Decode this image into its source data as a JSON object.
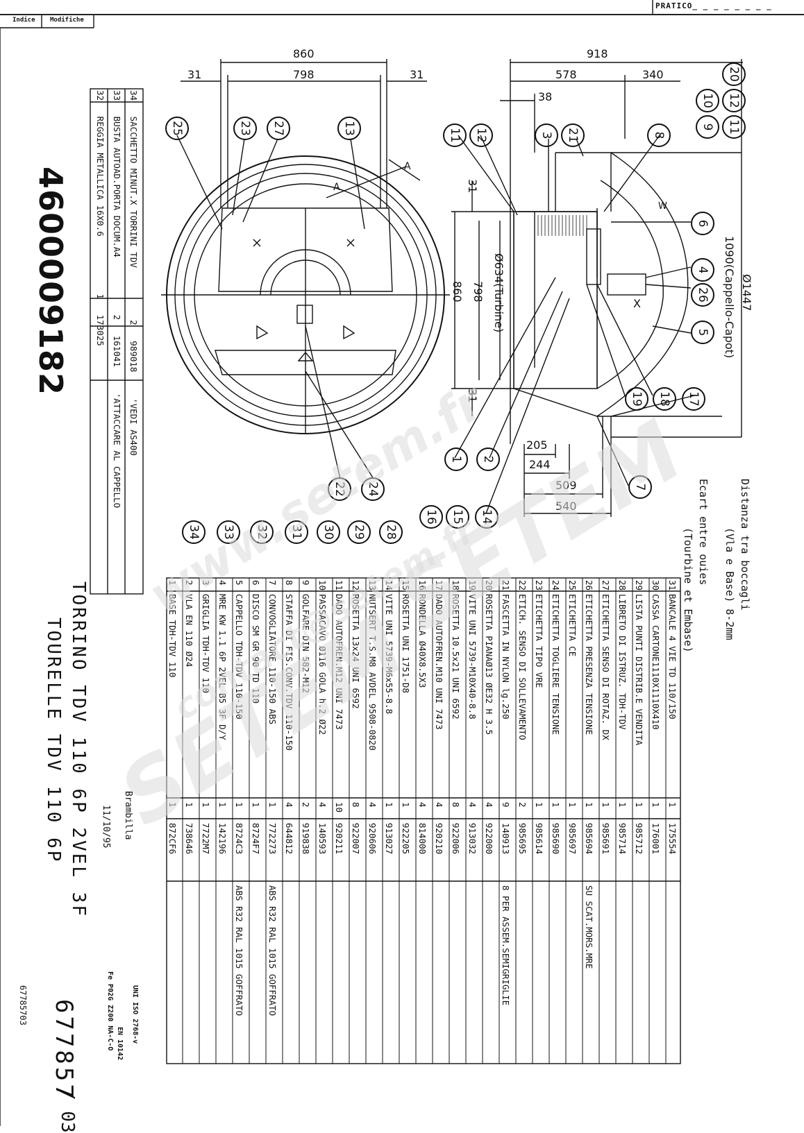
{
  "header": {
    "pratico": "PRATICO_ _ _ _ _ _ _ _",
    "indice": "Indice",
    "modifiche": "Modifiche"
  },
  "part_number": "4600009182",
  "doc_number": "677857",
  "sheet": "/ 03",
  "ref_number": "67785703",
  "standards": {
    "uni": "UNI ISO 2768-v",
    "en": "EN 10142",
    "fe": "Fe P02G Z200 NA-C-O"
  },
  "date": "11/10/95",
  "author": "Brambilla",
  "title": {
    "it": "TORRINO TDV 110 6P 2VEL 3F",
    "fr": "TOURELLE TDV 110 6P"
  },
  "note_distance": {
    "line1": "Distanza tra boccagli",
    "line2": "(Vla e Base) 8-2mm",
    "line3": "Ecart entre ouies",
    "line4": "(Tourbine et Embase)"
  },
  "dims": {
    "d860": "860",
    "d798": "798",
    "d31a": "31",
    "d31b": "31",
    "d918": "918",
    "d578": "578",
    "d340": "340",
    "d38": "38",
    "d31c": "31",
    "d31d": "31",
    "side860": "860",
    "side798": "798",
    "turbine": "Ø634(Turbine)",
    "d1447": "Ø1447",
    "cappello": "1090(Cappello-Capot)",
    "d205": "205",
    "d244": "244",
    "d509": "509",
    "d540": "540",
    "secA1": "A",
    "secA2": "A",
    "secX": "X",
    "secW": "W"
  },
  "balloons": [
    "1",
    "2",
    "3",
    "4",
    "5",
    "6",
    "7",
    "8",
    "9",
    "10",
    "11",
    "12",
    "13",
    "14",
    "15",
    "16",
    "17",
    "18",
    "19",
    "20",
    "21",
    "22",
    "23",
    "24",
    "25",
    "26",
    "27",
    "28",
    "29",
    "30",
    "31",
    "32",
    "33",
    "34"
  ],
  "parts_upper": [
    {
      "n": "34",
      "desc": "SACCHETTO MINUT.X TORRINI TDV",
      "qty": "2",
      "code": "989018",
      "note": "VEDI AS400"
    },
    {
      "n": "33",
      "desc": "BUSTA AUTOAD.PORTA DOCUM.A4",
      "qty": "2",
      "code": "161041",
      "note": "ATTACCARE AL CAPPELLO"
    },
    {
      "n": "32",
      "desc": "REGGIA METALLICA 16X0.6",
      "qty": "1",
      "code": "173025",
      "note": ""
    }
  ],
  "parts": [
    {
      "n": "31",
      "desc": "BANCALE 4 VIE TD 110/150",
      "qty": "1",
      "code": "175554",
      "note": ""
    },
    {
      "n": "30",
      "desc": "CASSA CARTONE1110X1110X410",
      "qty": "1",
      "code": "176001",
      "note": ""
    },
    {
      "n": "29",
      "desc": "LISTA PUNTI DISTRIB.E VENDITA",
      "qty": "1",
      "code": "985712",
      "note": ""
    },
    {
      "n": "28",
      "desc": "LIBRETO DI ISTRUZ. TDH-TDV",
      "qty": "1",
      "code": "985714",
      "note": ""
    },
    {
      "n": "27",
      "desc": "ETICHETTA SENSO DI ROTAZ. DX",
      "qty": "1",
      "code": "985691",
      "note": ""
    },
    {
      "n": "26",
      "desc": "ETICHETTA PRESENZA TENSIONE",
      "qty": "1",
      "code": "985694",
      "note": "SU SCAT.MORS.MRE"
    },
    {
      "n": "25",
      "desc": "ETICHETTA CE",
      "qty": "1",
      "code": "985697",
      "note": ""
    },
    {
      "n": "24",
      "desc": "ETICHETTA TOGLIERE TENSIONE",
      "qty": "1",
      "code": "985690",
      "note": ""
    },
    {
      "n": "23",
      "desc": "ETICHETTA TIPO VRE",
      "qty": "1",
      "code": "985614",
      "note": ""
    },
    {
      "n": "22",
      "desc": "ETICH. SENSO DI SOLLEVAMENTO",
      "qty": "2",
      "code": "985695",
      "note": ""
    },
    {
      "n": "21",
      "desc": "FASCETTA IN NYLON lg.250",
      "qty": "9",
      "code": "140913",
      "note": "8 PER ASSEM.SEMIGRIGLIE"
    },
    {
      "n": "20",
      "desc": "ROSETTA PIANAØ13 ØE32 H 3.5",
      "qty": "4",
      "code": "922000",
      "note": ""
    },
    {
      "n": "19",
      "desc": "VITE UNI 5739-M10X40-8.8",
      "qty": "4",
      "code": "913032",
      "note": ""
    },
    {
      "n": "18",
      "desc": "ROSETTA 10.5x21 UNI 6592",
      "qty": "8",
      "code": "922006",
      "note": ""
    },
    {
      "n": "17",
      "desc": "DADO AUTOFREN.M10 UNI 7473",
      "qty": "4",
      "code": "920210",
      "note": ""
    },
    {
      "n": "16",
      "desc": "RONDELLA Ø40X8.5X3",
      "qty": "4",
      "code": "814000",
      "note": ""
    },
    {
      "n": "15",
      "desc": "ROSETTA UNI 1751-D8",
      "qty": "1",
      "code": "922205",
      "note": ""
    },
    {
      "n": "14",
      "desc": "VITE UNI 5739-M6x55-8.8",
      "qty": "1",
      "code": "913027",
      "note": ""
    },
    {
      "n": "13",
      "desc": "NUTSERT T.S.M8 AVDEL 9508-0820",
      "qty": "4",
      "code": "920606",
      "note": ""
    },
    {
      "n": "12",
      "desc": "ROSETTA 13x24 UNI 6592",
      "qty": "8",
      "code": "922007",
      "note": ""
    },
    {
      "n": "11",
      "desc": "DADO AUTOFREN.M12 UNI 7473",
      "qty": "10",
      "code": "920211",
      "note": ""
    },
    {
      "n": "10",
      "desc": "PASSACAVO Ø116 GOLA h.2 Ø22",
      "qty": "4",
      "code": "140593",
      "note": ""
    },
    {
      "n": "9",
      "desc": "GOLFARE DIN 582-M12",
      "qty": "2",
      "code": "919838",
      "note": ""
    },
    {
      "n": "8",
      "desc": "STAFFA DI FIS.CONV.TDV 110-150",
      "qty": "4",
      "code": "644812",
      "note": ""
    },
    {
      "n": "7",
      "desc": "CONVOGLIATORE 110-150 ABS",
      "qty": "1",
      "code": "772273",
      "note": "ABS R32 RAL 1015 GOFFRATO"
    },
    {
      "n": "6",
      "desc": "DISCO SM GR 90 TD 110",
      "qty": "1",
      "code": "8724F7",
      "note": ""
    },
    {
      "n": "5",
      "desc": "CAPPELLO TDH-TDV 110-150",
      "qty": "1",
      "code": "8724C3",
      "note": "ABS R32 RAL 1015 GOFFRATO"
    },
    {
      "n": "4",
      "desc": "MRE KW 1.1 6P 2VEL B5 3F D/Y",
      "qty": "1",
      "code": "142196",
      "note": ""
    },
    {
      "n": "3",
      "desc": "GRIGLIA TDH-TDV 110",
      "qty": "1",
      "code": "7722M7",
      "note": ""
    },
    {
      "n": "2",
      "desc": "VLA EN 110 Ø24",
      "qty": "1",
      "code": "738646",
      "note": ""
    },
    {
      "n": "1",
      "desc": "BASE TDH-TDV 110",
      "qty": "1",
      "code": "872CF6",
      "note": ""
    }
  ],
  "watermark": {
    "w1": "www.setem.fr",
    "w2": "SETEM",
    "w3": "contact@setem.fr"
  }
}
